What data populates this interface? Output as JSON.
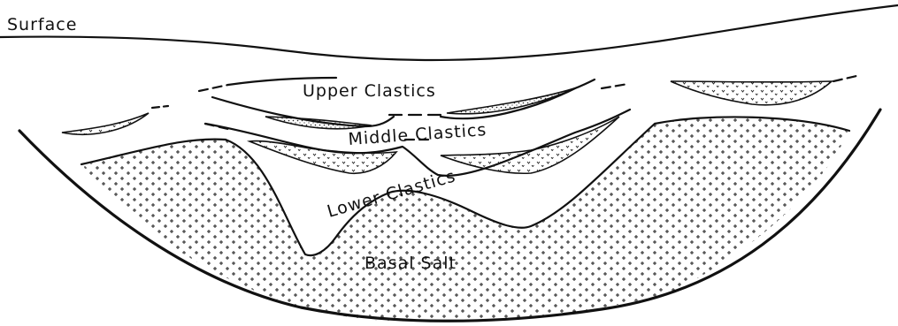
{
  "diagram": {
    "labels": {
      "surface": "Surface",
      "upper_clastics": "Upper Clastics",
      "middle_clastics": "Middle Clastics",
      "lower_clastics": "Lower Clastics",
      "basal_salt": "Basal Salt"
    },
    "colors": {
      "ink": "#111111",
      "background": "#ffffff"
    }
  }
}
